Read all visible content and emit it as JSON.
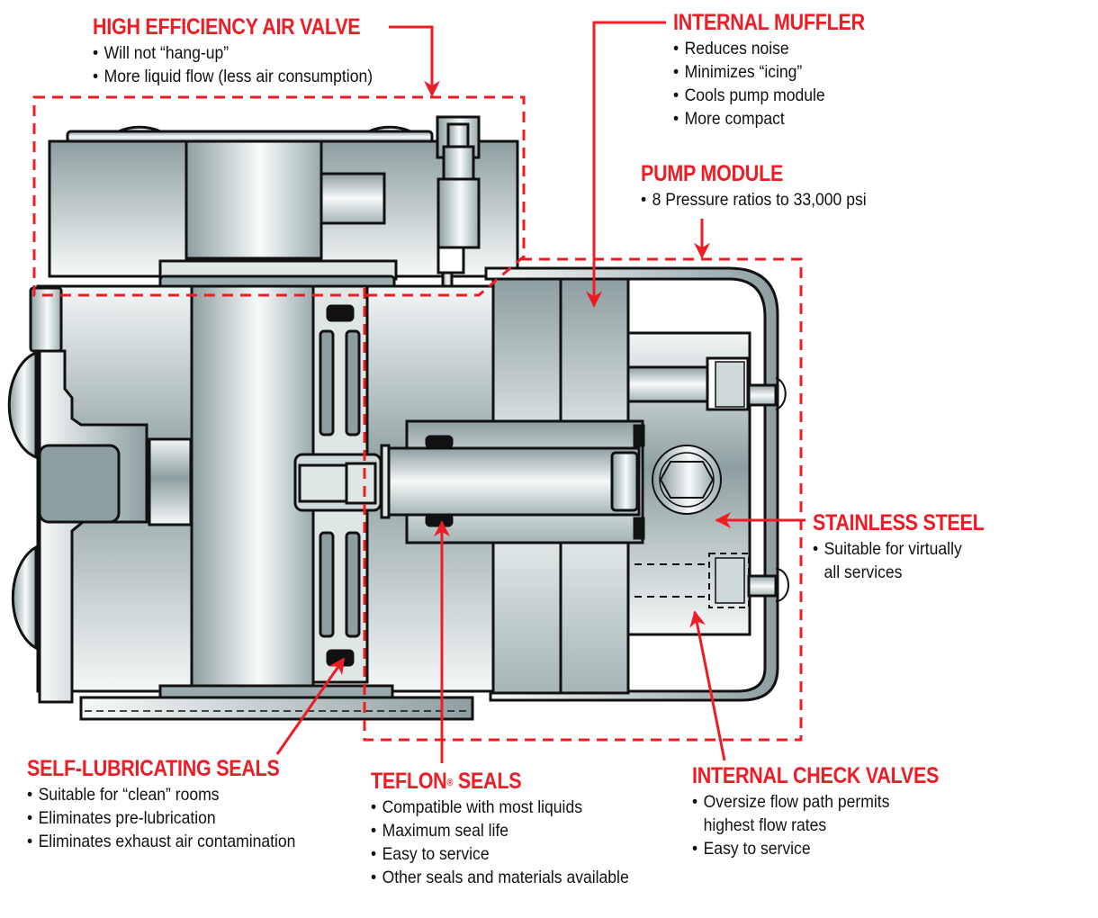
{
  "figure": {
    "type": "cutaway-diagram",
    "subject": "air-driven liquid pump",
    "accent_color": "#ee1c25",
    "metal_dark": "#8e9ea0",
    "metal_light": "#f4f7f7",
    "outline_color": "#111111"
  },
  "callouts": {
    "air_valve": {
      "title": "HIGH EFFICIENCY AIR VALVE",
      "bullets": [
        "Will not “hang-up”",
        "More liquid flow (less air consumption)"
      ]
    },
    "muffler": {
      "title": "INTERNAL MUFFLER",
      "bullets": [
        "Reduces noise",
        "Minimizes “icing”",
        "Cools pump module",
        "More compact"
      ]
    },
    "pump_module": {
      "title": "PUMP MODULE",
      "bullets": [
        "8 Pressure ratios to 33,000 psi"
      ]
    },
    "stainless": {
      "title": "STAINLESS STEEL",
      "bullet_line1": "Suitable for virtually",
      "bullet_line2": "all services"
    },
    "self_lube": {
      "title": "SELF-LUBRICATING SEALS",
      "bullets": [
        "Suitable for “clean” rooms",
        "Eliminates pre-lubrication",
        "Eliminates exhaust air contamination"
      ]
    },
    "teflon": {
      "title": "TEFLON",
      "title_mark": "®",
      "title_suffix": " SEALS",
      "bullets": [
        "Compatible with most liquids",
        "Maximum seal life",
        "Easy to service",
        "Other seals and materials available"
      ]
    },
    "check_valves": {
      "title": "INTERNAL CHECK VALVES",
      "bullet_line1": "Oversize flow path permits",
      "bullet_line2": "highest flow rates",
      "bullet2": "Easy to service"
    }
  },
  "bullet_glyph": "•"
}
